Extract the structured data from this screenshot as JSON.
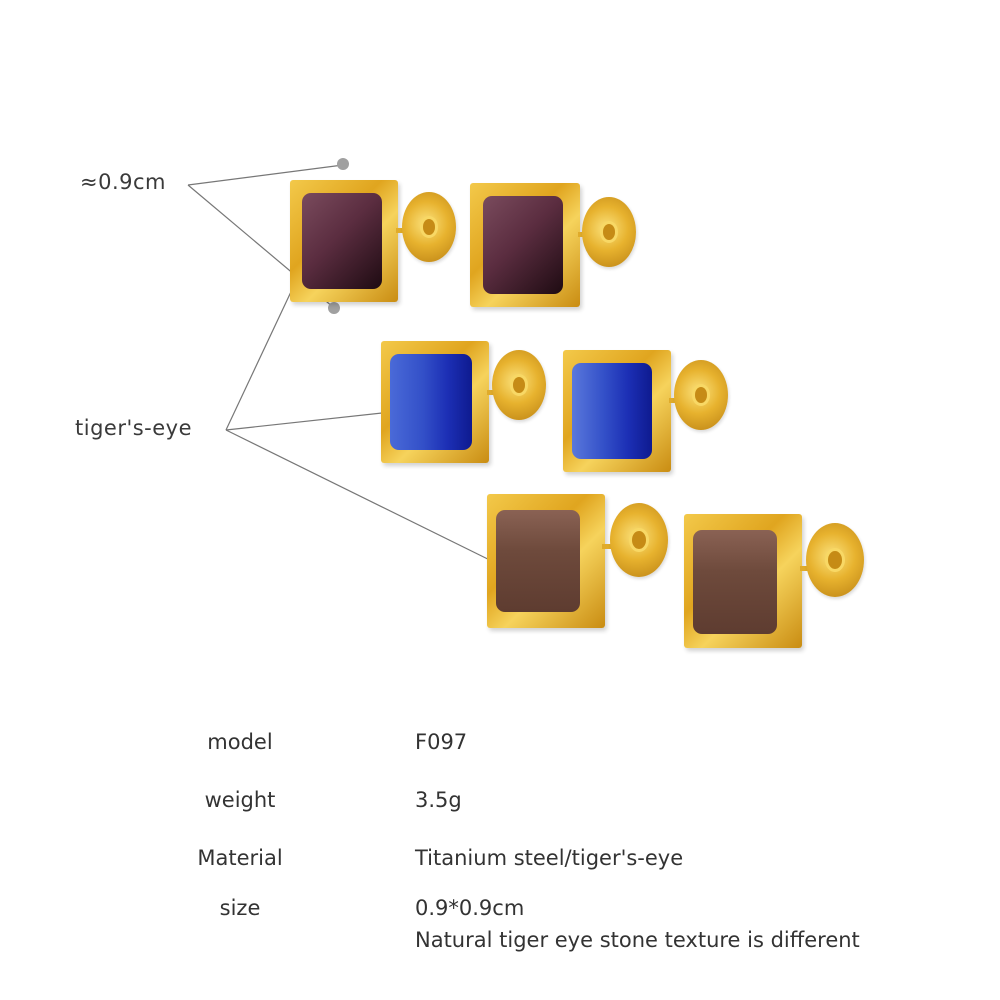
{
  "callouts": {
    "size_label": "≈0.9cm",
    "stone_label": "tiger's-eye"
  },
  "products": [
    {
      "name": "purple-earring-pair",
      "stone_color": "#5a2a3a"
    },
    {
      "name": "blue-earring-pair",
      "stone_color": "#1f3fc0"
    },
    {
      "name": "brown-earring-pair",
      "stone_color": "#6b4536"
    }
  ],
  "specs": [
    {
      "key": "model",
      "value": "F097"
    },
    {
      "key": "weight",
      "value": "3.5g"
    },
    {
      "key": "Material",
      "value": "Titanium steel/tiger's-eye"
    },
    {
      "key": "size",
      "value": "0.9*0.9cm",
      "note": "Natural tiger eye stone texture is different"
    }
  ],
  "colors": {
    "gold": "#e3a925",
    "line": "#777777",
    "dot": "#a0a0a0"
  }
}
